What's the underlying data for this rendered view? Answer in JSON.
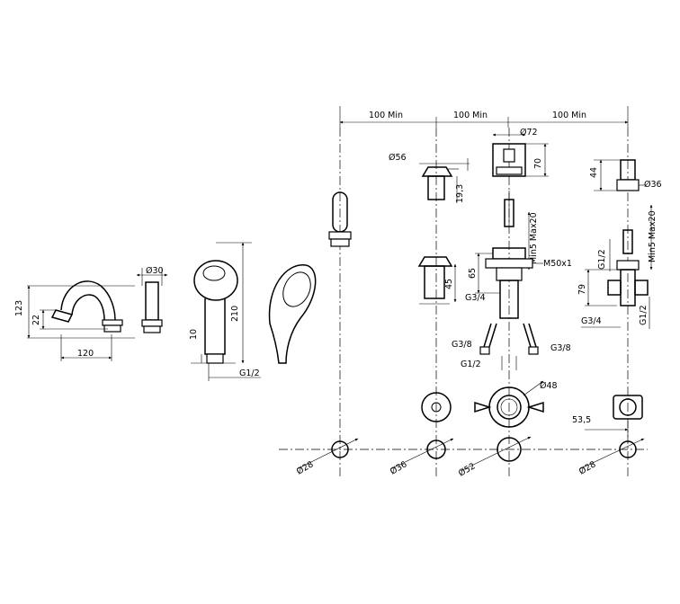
{
  "top_dims": {
    "spacing_a": "100 Min",
    "spacing_b": "100 Min",
    "spacing_c": "100 Min"
  },
  "spout": {
    "height": "123",
    "outlet": "22",
    "reach": "120",
    "diameter": "Ø30"
  },
  "handshower": {
    "length": "210",
    "connector": "10",
    "thread": "G1/2"
  },
  "diverter": {
    "diameter": "Ø56",
    "height": "19,3",
    "body_height": "45",
    "thread": "G3/4"
  },
  "mixer": {
    "cap_diameter": "Ø72",
    "cap_height": "70",
    "stud": "Min5 Max20",
    "nut": "M50x1",
    "body_height": "65",
    "left_hose": "G3/8",
    "right_hose": "G3/8",
    "inlet": "G1/2",
    "escutcheon": "Ø48"
  },
  "valve": {
    "cap_height": "44",
    "cap_diameter": "Ø36",
    "stud": "Min5 Max20",
    "upper_thread": "G1/2",
    "body_height": "79",
    "inlet": "G3/4",
    "outlet": "G1/2",
    "offset": "53,5"
  },
  "holes": {
    "h1": "Ø28",
    "h2": "Ø36",
    "h3": "Ø52",
    "h4": "Ø28"
  }
}
